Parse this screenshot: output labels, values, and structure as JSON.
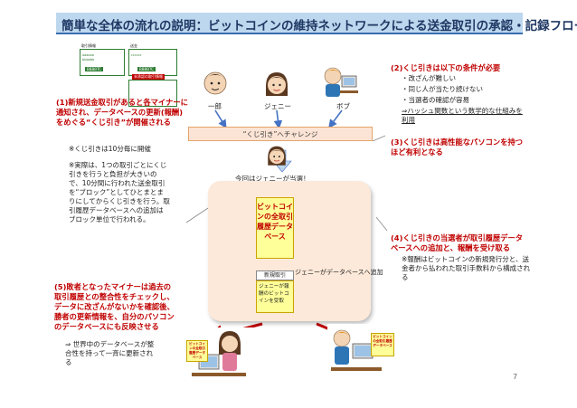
{
  "slide": {
    "title": "簡単な全体の流れの説明：ビットコインの維持ネットワークによる送金取引の承認・記録フロー",
    "page_number": "7"
  },
  "mini_ledger": {
    "heads": [
      "取引情報",
      "送金"
    ],
    "lines": [
      "aaaaaa",
      "bbbbbb",
      "cccccc"
    ],
    "tags": [
      "BBBBTC",
      "BBBBTC"
    ],
    "red_tag": "未承認の取引情報"
  },
  "left_notes": {
    "note1": "(1)新規送金取引があると各マイナーに通知され、データベースの更新(報酬)をめぐる“くじ引き”が開催される",
    "note1_sub": "※くじ引きは10分毎に開催",
    "note1_detail": "※実際は、1つの取引ごとにくじ引きを行うと負担が大きいので、10分間に行われた送金取引を“ブロック”としてひとまとまりにしてからくじ引きを行う。取引履歴データベースへの追加はブロック単位で行われる。",
    "note5": "(5)敗者となったマイナーは過去の取引履歴との整合性をチェックし、データに改ざんがないかを確認後、勝者の更新情報を、自分のパソコンのデータベースにも反映させる",
    "note5_sub": "⇒ 世界中のデータベースが整合性を持って一斉に更新される"
  },
  "people": {
    "names": [
      "一郎",
      "ジェニー",
      "ボブ"
    ]
  },
  "right_notes": {
    "note2": "(2)くじ引きは以下の条件が必要",
    "note2_items": [
      "・改ざんが難しい",
      "・同じ人が当たり続けない",
      "・当選者の確認が容易",
      "⇒ハッシュ関数という数学的な仕組みを利用"
    ],
    "note3": "(3)くじ引きは高性能なパソコンを持つほど有利となる",
    "note4": "(4)くじ引きの当選者が取引履歴データベースへの追加と、報酬を受け取る",
    "note4_sub": "※報酬はビットコインの新規発行分と、送金者から払われた取引手数料から構成される"
  },
  "center": {
    "challenge": "“くじ引き”へチャレンジ",
    "winner": "今回はジェニーが当選！",
    "ledger_label": "ビットコインの全取引履歴データベース",
    "newtx_head": "新規取引",
    "newtx_body": "ジェニーが報酬のビットコインを受取",
    "arrow_label": "ジェニーがデータベースへ追加"
  },
  "pc_ledgers": {
    "left": "ビットコインの全取引履歴データベース",
    "right": "ビットコインの全取引履歴データベース"
  }
}
